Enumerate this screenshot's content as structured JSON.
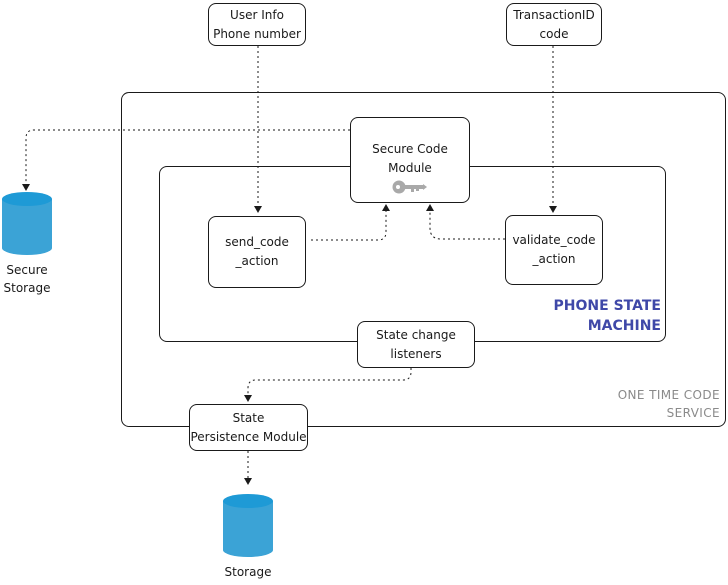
{
  "colors": {
    "accent": "#3f48a8",
    "db_fill": "#3ba3d6",
    "db_top": "#1e9ad6",
    "key": "#a9a9a9",
    "muted": "#8a8a8a"
  },
  "inputs": {
    "user_info": [
      "User Info",
      "Phone number"
    ],
    "transaction": [
      "TransactionID",
      "code"
    ]
  },
  "service": {
    "label": [
      "ONE TIME CODE",
      "SERVICE"
    ],
    "secure_code_module": [
      "Secure Code",
      "Module"
    ],
    "secure_code_icon": "key-icon",
    "state_machine": {
      "label": [
        "PHONE STATE",
        "MACHINE"
      ],
      "send_code": [
        "send_code",
        "_action"
      ],
      "validate_code": [
        "validate_code",
        "_action"
      ],
      "listeners": [
        "State change",
        "listeners"
      ]
    },
    "persistence": [
      "State",
      "Persistence Module"
    ]
  },
  "storage": {
    "secure": [
      "Secure",
      "Storage"
    ],
    "main": [
      "Storage"
    ]
  }
}
